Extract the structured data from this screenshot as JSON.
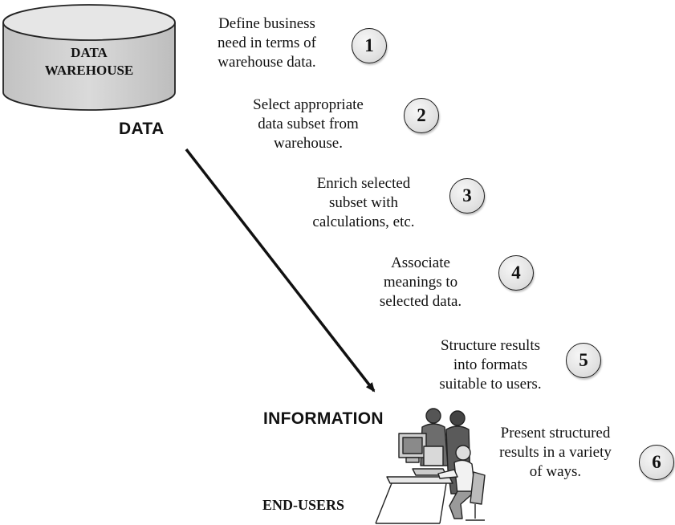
{
  "warehouse": {
    "line1": "DATA",
    "line2": "WAREHOUSE"
  },
  "labels": {
    "data": "DATA",
    "information": "INFORMATION",
    "end_users": "END-USERS"
  },
  "steps": [
    {
      "number": "1",
      "lines": [
        "Define business",
        "need in terms of",
        "warehouse data."
      ]
    },
    {
      "number": "2",
      "lines": [
        "Select appropriate",
        "data subset from",
        "warehouse."
      ]
    },
    {
      "number": "3",
      "lines": [
        "Enrich selected",
        "subset with",
        "calculations, etc."
      ]
    },
    {
      "number": "4",
      "lines": [
        "Associate",
        "meanings to",
        "selected data."
      ]
    },
    {
      "number": "5",
      "lines": [
        "Structure results",
        "into formats",
        "suitable to users."
      ]
    },
    {
      "number": "6",
      "lines": [
        "Present structured",
        "results in a variety",
        "of ways."
      ]
    }
  ],
  "colors": {
    "cylinder_fill": "#d4d4d4",
    "cylinder_top": "#e6e6e6",
    "badge_fill": "#e2e2e2",
    "ink": "#111111"
  },
  "icons": [
    "database-cylinder-icon",
    "end-users-workstation-icon"
  ]
}
